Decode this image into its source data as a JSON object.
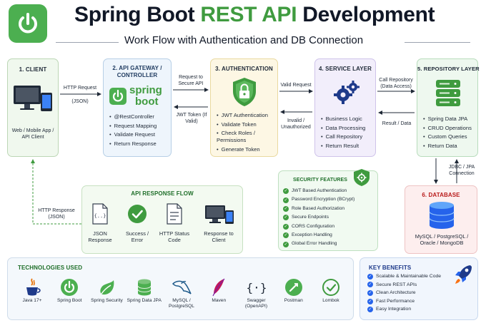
{
  "header": {
    "title_part1": "Spring Boot",
    "title_accent": "REST API",
    "title_part2": "Development",
    "subtitle": "Work Flow with Authentication and DB Connection"
  },
  "client": {
    "title": "1. CLIENT",
    "caption": "Web / Mobile App / API Client"
  },
  "gateway": {
    "title": "2. API GATEWAY / CONTROLLER",
    "logo_top": "spring",
    "logo_bottom": "boot",
    "items": [
      "@RestController",
      "Request Mapping",
      "Validate Request",
      "Return Response"
    ]
  },
  "auth": {
    "title": "3. AUTHENTICATION",
    "items": [
      "JWT Authentication",
      "Validate Token",
      "Check Roles / Permissions",
      "Generate Token"
    ]
  },
  "service": {
    "title": "4. SERVICE LAYER",
    "items": [
      "Business Logic",
      "Data Processing",
      "Call Repository",
      "Return Result"
    ]
  },
  "repo": {
    "title": "5. REPOSITORY LAYER",
    "items": [
      "Spring Data JPA",
      "CRUD Operations",
      "Custom Queries",
      "Return Data"
    ]
  },
  "db": {
    "title": "6. DATABASE",
    "caption": "MySQL / PostgreSQL / Oracle / MongoDB"
  },
  "arrows": {
    "http_request": "HTTP Request",
    "json": "(JSON)",
    "request_secure": "Request to Secure API",
    "jwt_token": "JWT Token (If Valid)",
    "valid_request": "Valid Request",
    "invalid": "Invalid / Unauthorized",
    "call_repo": "Call Repository (Data Access)",
    "result_data": "Result / Data",
    "jdbc": "JDBC / JPA Connection",
    "http_response": "HTTP Response (JSON)"
  },
  "flow": {
    "title": "API RESPONSE FLOW",
    "steps": [
      "JSON Response",
      "Success / Error",
      "HTTP Status Code",
      "Response to Client"
    ]
  },
  "security": {
    "title": "SECURITY FEATURES",
    "items": [
      "JWT Based Authentication",
      "Password Encryption (BCrypt)",
      "Role Based Authorization",
      "Secure Endpoints",
      "CORS Configuration",
      "Exception Handling",
      "Global Error Handling"
    ]
  },
  "tech": {
    "title": "TECHNOLOGIES USED",
    "items": [
      {
        "label": "Java 17+",
        "icon": "java-cup-icon"
      },
      {
        "label": "Spring Boot",
        "icon": "spring-boot-power-icon"
      },
      {
        "label": "Spring Security",
        "icon": "spring-leaf-icon"
      },
      {
        "label": "Spring Data JPA",
        "icon": "database-icon"
      },
      {
        "label": "MySQL / PostgreSQL",
        "icon": "dolphin-icon"
      },
      {
        "label": "Maven",
        "icon": "feather-icon"
      },
      {
        "label": "Swagger (OpenAPI)",
        "icon": "curly-braces-icon"
      },
      {
        "label": "Postman",
        "icon": "postman-icon"
      },
      {
        "label": "Lombok",
        "icon": "check-icon"
      }
    ]
  },
  "benefits": {
    "title": "KEY BENEFITS",
    "items": [
      "Scalable & Maintainable Code",
      "Secure REST APIs",
      "Clean Architecture",
      "Fast Performance",
      "Easy Integration"
    ]
  },
  "colors": {
    "spring_green": "#4caf50",
    "title_accent": "#3f9b3f",
    "db_red": "#b91c1c",
    "navy": "#1e3a8a"
  }
}
